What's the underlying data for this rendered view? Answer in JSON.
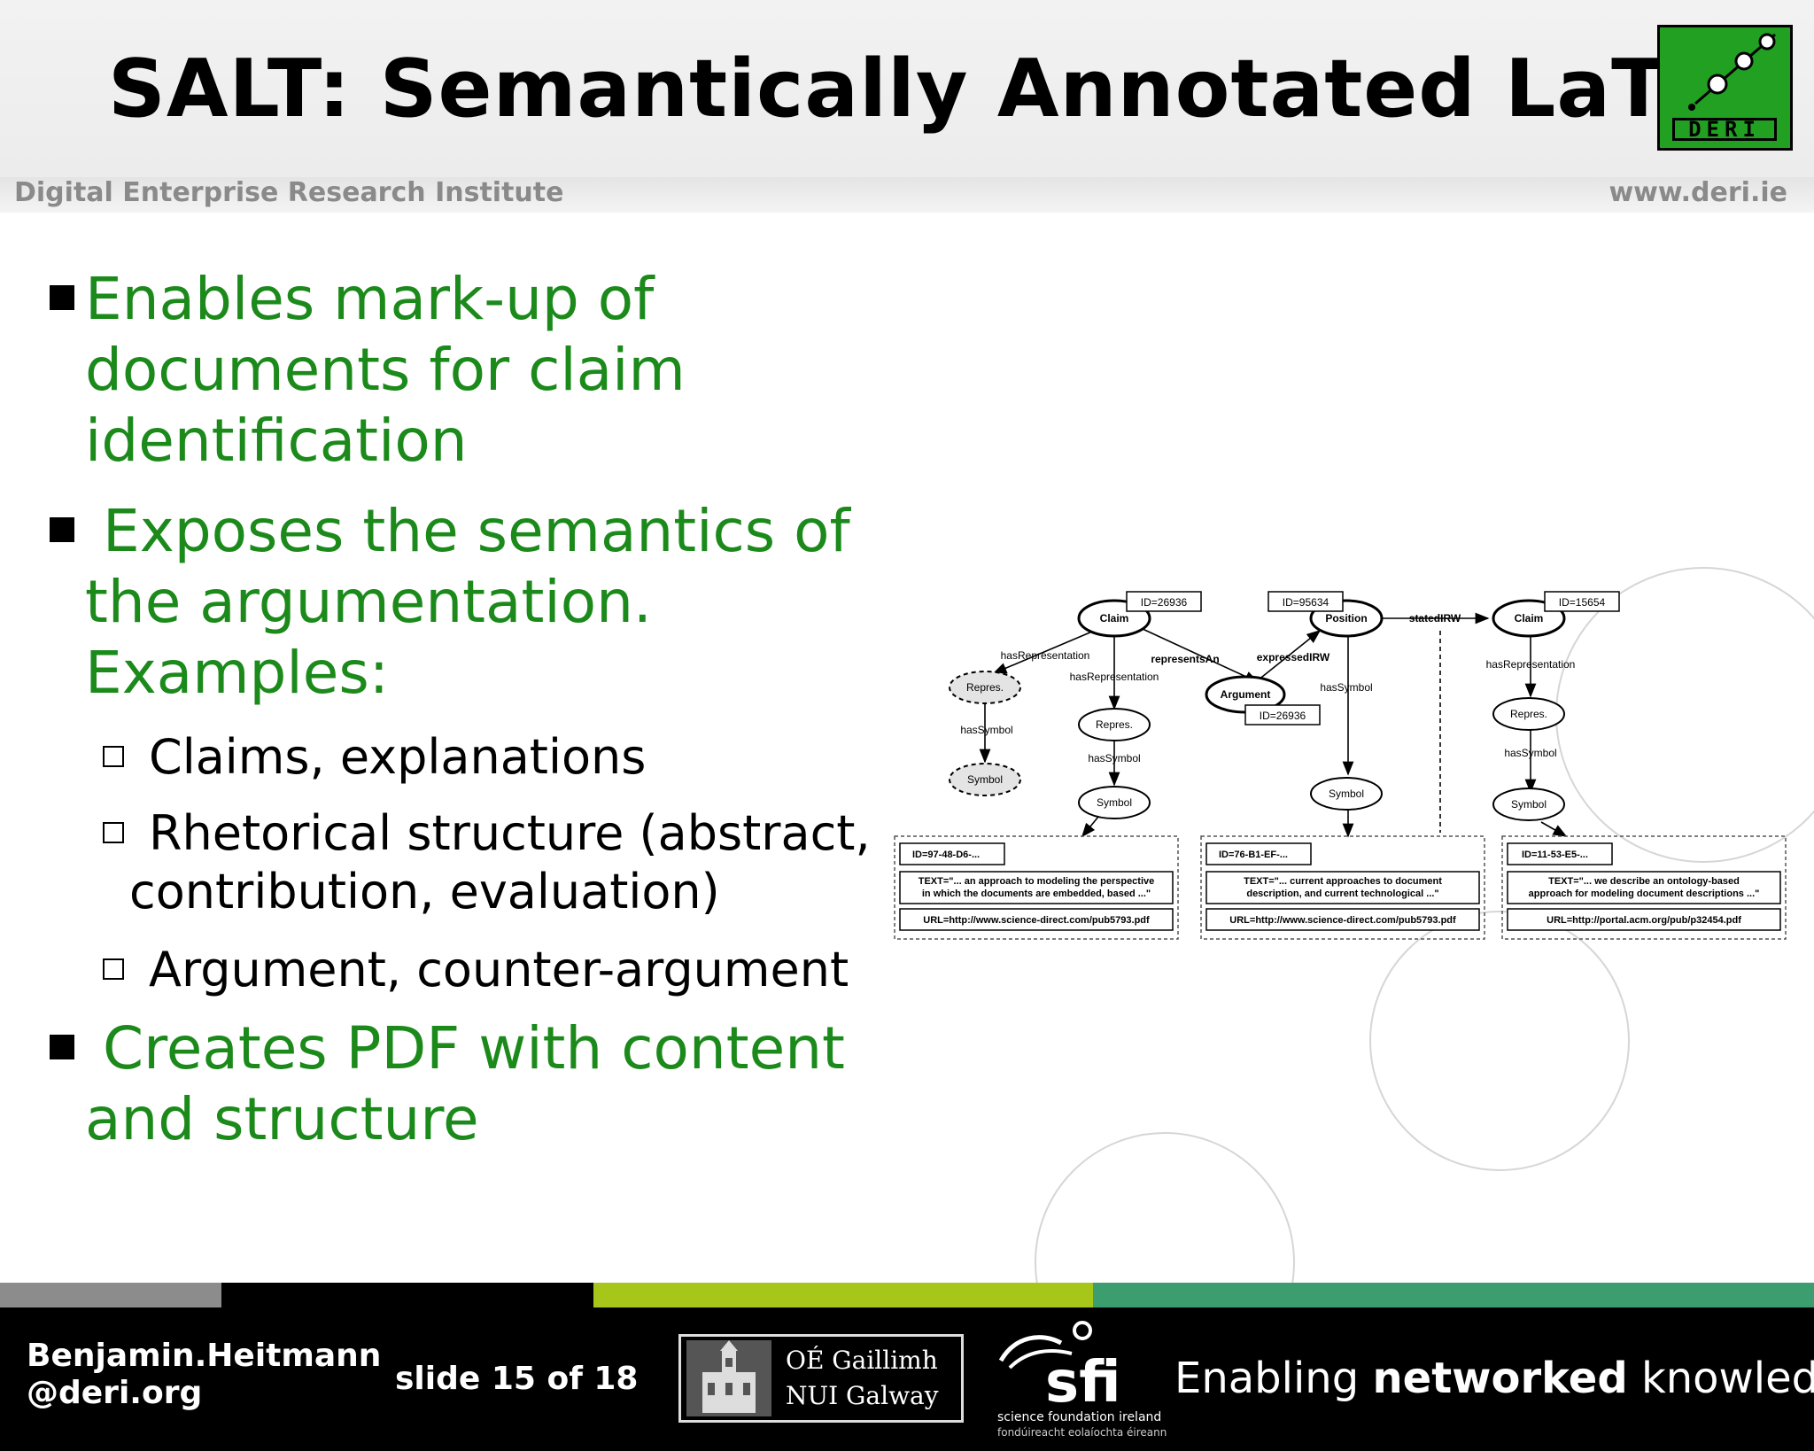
{
  "header": {
    "title": "SALT: Semantically Annotated LaTex",
    "logo_text": "DERI",
    "institute": "Digital Enterprise Research Institute",
    "website": "www.deri.ie"
  },
  "bullets": [
    {
      "lines": [
        "Enables mark-up of",
        "documents for claim",
        "identification"
      ]
    },
    {
      "lines": [
        "Exposes the semantics of",
        "the argumentation.",
        "Examples:"
      ]
    },
    {
      "lines": [
        "Creates PDF with content",
        "and structure"
      ]
    }
  ],
  "sub_bullets": [
    {
      "lines": [
        "Claims, explanations"
      ]
    },
    {
      "lines": [
        "Rhetorical structure (abstract,",
        "contribution, evaluation)"
      ]
    },
    {
      "lines": [
        "Argument, counter-argument"
      ]
    }
  ],
  "diagram": {
    "claim1": "Claim",
    "claim1_id": "ID=26936",
    "position": "Position",
    "position_id": "ID=95634",
    "claim2": "Claim",
    "claim2_id": "ID=15654",
    "argument": "Argument",
    "argument_id": "ID=26936",
    "repres_dashed": "Repres.",
    "symbol_dashed": "Symbol",
    "repres1": "Repres.",
    "symbol1": "Symbol",
    "symbol_pos": "Symbol",
    "repres2": "Repres.",
    "symbol2": "Symbol",
    "e_hasRep_a": "hasRepresentation",
    "e_hasRep_b": "hasRepresentation",
    "e_representsAn": "representsAn",
    "e_expressedIRW": "expressedIRW",
    "e_statedIRW": "statedIRW",
    "e_hasSymbol_a": "hasSymbol",
    "e_hasSymbol_b": "hasSymbol",
    "e_hasSymbol_c": "hasSymbol",
    "e_hasRep_c": "hasRepresentation",
    "e_hasSymbol_d": "hasSymbol",
    "doc1": {
      "id": "ID=97-48-D6-...",
      "text1": "TEXT=\"... an approach to modeling the perspective",
      "text2": "in which the documents are embedded, based ...\"",
      "url": "URL=http://www.science-direct.com/pub5793.pdf"
    },
    "doc2": {
      "id": "ID=76-B1-EF-...",
      "text1": "TEXT=\"... current approaches to document",
      "text2": "description, and current technological ...\"",
      "url": "URL=http://www.science-direct.com/pub5793.pdf"
    },
    "doc3": {
      "id": "ID=11-53-E5-...",
      "text1": "TEXT=\"... we describe an ontology-based",
      "text2": "approach for modeling document descriptions ...\"",
      "url": "URL=http://portal.acm.org/pub/p32454.pdf"
    }
  },
  "footer": {
    "author_line1": "Benjamin.Heitmann",
    "author_line2": "@deri.org",
    "slide_text": "slide 15 of 18",
    "nui_line1": "OÉ Gaillimh",
    "nui_line2": "NUI Galway",
    "sfi_text": "sfi",
    "sfi_line1": "science foundation ireland",
    "sfi_line2": "fondúireacht eolaíochta éireann",
    "tag_pre": "Enabling",
    "tag_bold": "networked",
    "tag_post": "knowledge."
  },
  "colors": {
    "bullet_green": "#1b8a1b",
    "stripe_gray": "#8c8c8c",
    "stripe_lime": "#a6c61a",
    "stripe_teal": "#3c9e6e",
    "logo_green": "#22a022"
  }
}
